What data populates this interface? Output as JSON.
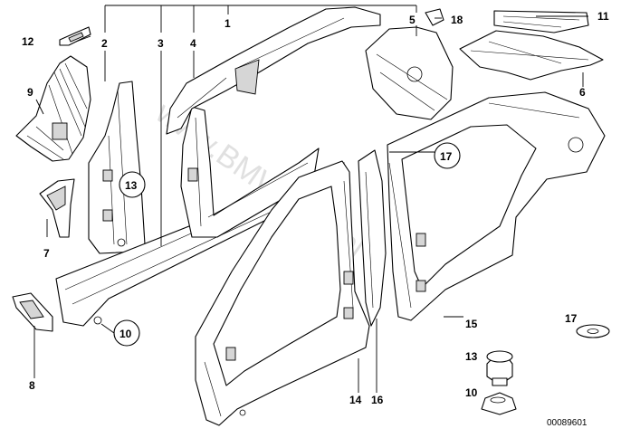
{
  "callouts": {
    "c1": "1",
    "c2": "2",
    "c3": "3",
    "c4": "4",
    "c5": "5",
    "c6": "6",
    "c7": "7",
    "c8": "8",
    "c9": "9",
    "c10": "10",
    "c11": "11",
    "c12": "12",
    "c13": "13",
    "c14": "14",
    "c15": "15",
    "c16": "16",
    "c17": "17",
    "c18": "18",
    "c13_circled": "13",
    "c10_circled": "10",
    "c17_circled": "17",
    "c17_legend": "17",
    "c13_legend": "13",
    "c10_legend": "10"
  },
  "watermark": "www.BMWstory.pl",
  "reference_number": "00089601"
}
